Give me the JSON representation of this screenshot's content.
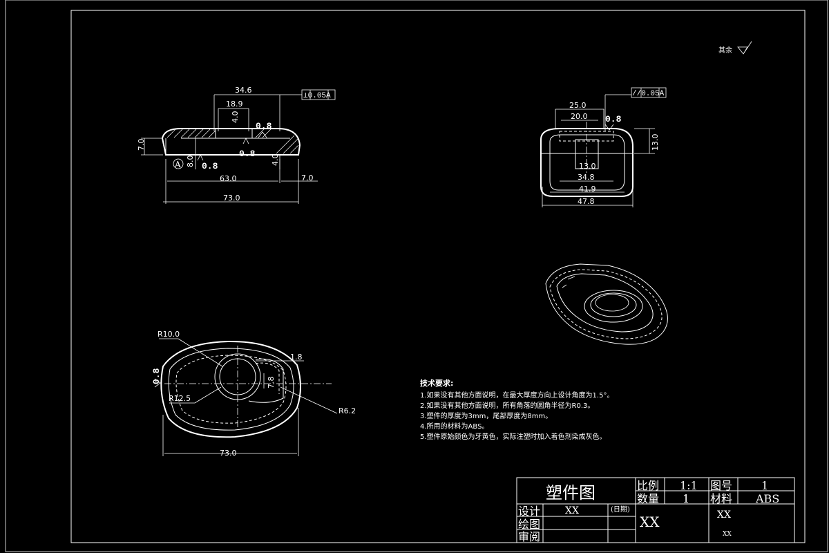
{
  "corner_roughness": {
    "label": "其余"
  },
  "front_view": {
    "tolerance_ref": "⊥0.05A",
    "dims": [
      "34.6",
      "18.9",
      "4.0",
      "7.0",
      "8.0",
      "4.0",
      "63.0",
      "7.0",
      "73.0"
    ],
    "roughness": [
      "0.8",
      "0.8",
      "0.8"
    ],
    "datum": "A"
  },
  "side_view": {
    "tolerance_ref": "//0.05A",
    "dims": [
      "25.0",
      "20.0",
      "13.0",
      "13.0",
      "34.8",
      "41.9",
      "47.8"
    ],
    "roughness": "0.8"
  },
  "top_view": {
    "dims": [
      "R10.0",
      "1.8",
      "7.8",
      "R12.5",
      "R6.2",
      "73.0"
    ],
    "roughness": "0.8"
  },
  "tech_requirements": {
    "title": "技术要求:",
    "items": [
      "1.如果没有其他方面说明，在最大厚度方向上设计角度为1.5°。",
      "2.如果没有其他方面说明，所有角落的圆角半径为R0.3。",
      "3.塑件的厚度为3mm，尾部厚度为8mm。",
      "4.所用的材料为ABS。",
      "5.塑件原始颜色为牙黄色，实际注塑时加入着色剂染成灰色。"
    ]
  },
  "title_block": {
    "drawing_name": "塑件图",
    "scale_label": "比例",
    "scale_value": "1:1",
    "drawing_no_label": "图号",
    "drawing_no_value": "1",
    "quantity_label": "数量",
    "quantity_value": "1",
    "material_label": "材料",
    "material_value": "ABS",
    "design_label": "设计",
    "design_value": "XX",
    "date_label": "(日期)",
    "draw_label": "绘图",
    "review_label": "审阅",
    "company_big": "XX",
    "right_top": "XX",
    "right_small": "XX"
  }
}
